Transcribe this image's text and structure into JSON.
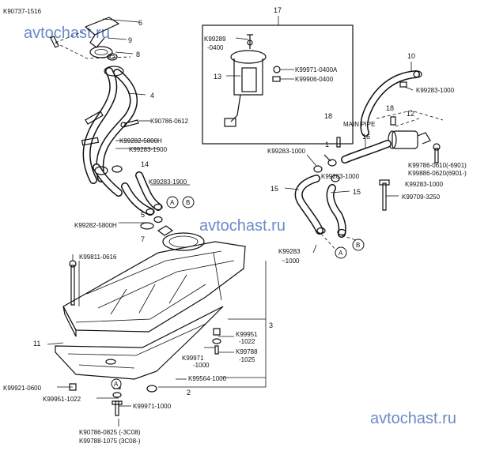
{
  "watermarks": [
    "avtochast.ru",
    "avtochast.ru",
    "avtochast.ru"
  ],
  "callouts": {
    "c1": "1",
    "c2": "2",
    "c3": "3",
    "c4": "4",
    "c5": "5",
    "c6": "6",
    "c7": "7",
    "c8": "8",
    "c9": "9",
    "c10": "10",
    "c11": "11",
    "c12": "12",
    "c13": "13",
    "c14": "14",
    "c15a": "15",
    "c15b": "15",
    "c16": "16",
    "c17": "17",
    "c18a": "18",
    "c18b": "18"
  },
  "part_numbers": {
    "p_k90737": "K90737-1516",
    "p_k90786_0612": "K90786-0612",
    "p_k99282_5800h_a": "K99282-5800H",
    "p_k99283_1900_a": "K99283-1900",
    "p_k99283_1900_b": "K99283-1900",
    "p_k99282_5800h_b": "K99282-5800H",
    "p_k99811": "K99811-0616",
    "p_k99951_1022_a_1": "K99951",
    "p_k99951_1022_a_2": "-1022",
    "p_k99971_1000_a_1": "K99971",
    "p_k99971_1000_a_2": "-1000",
    "p_k99788_1025_1": "K99788",
    "p_k99788_1025_2": "-1025",
    "p_k99564": "K99564-1000",
    "p_k99921": "K99921-0600",
    "p_k99951_1022_b": "K99951-1022",
    "p_k99971_1000_b": "K99971-1000",
    "p_k90786_0825": "K90786-0825 (-3C08)",
    "p_k99788_1075": "K99788-1075 (3C08-)",
    "p_k99289_0400_1": "K99289",
    "p_k99289_0400_2": "-0400",
    "p_k99971_0400a": "K99971-0400A",
    "p_k99906_0400": "K99906-0400",
    "p_k99283_1000_a": "K99283-1000",
    "p_k99283_1000_b": "K99283-1000",
    "p_k99283_1000_c": "K99283-1000",
    "p_k99283_1000_d": "K99283-1000",
    "p_k99283_1000_e_1": "K99283",
    "p_k99283_1000_e_2": "~1000",
    "p_k99786_0610": "K99786-0610(-6901)",
    "p_k99886_0620": "K99886-0620(6901-)",
    "p_k99709": "K99709-3250",
    "main_pipe": "MAIN PIPE"
  },
  "connectors": {
    "a1": "A",
    "b1": "B",
    "a2": "A",
    "b2": "B",
    "a3": "A"
  }
}
